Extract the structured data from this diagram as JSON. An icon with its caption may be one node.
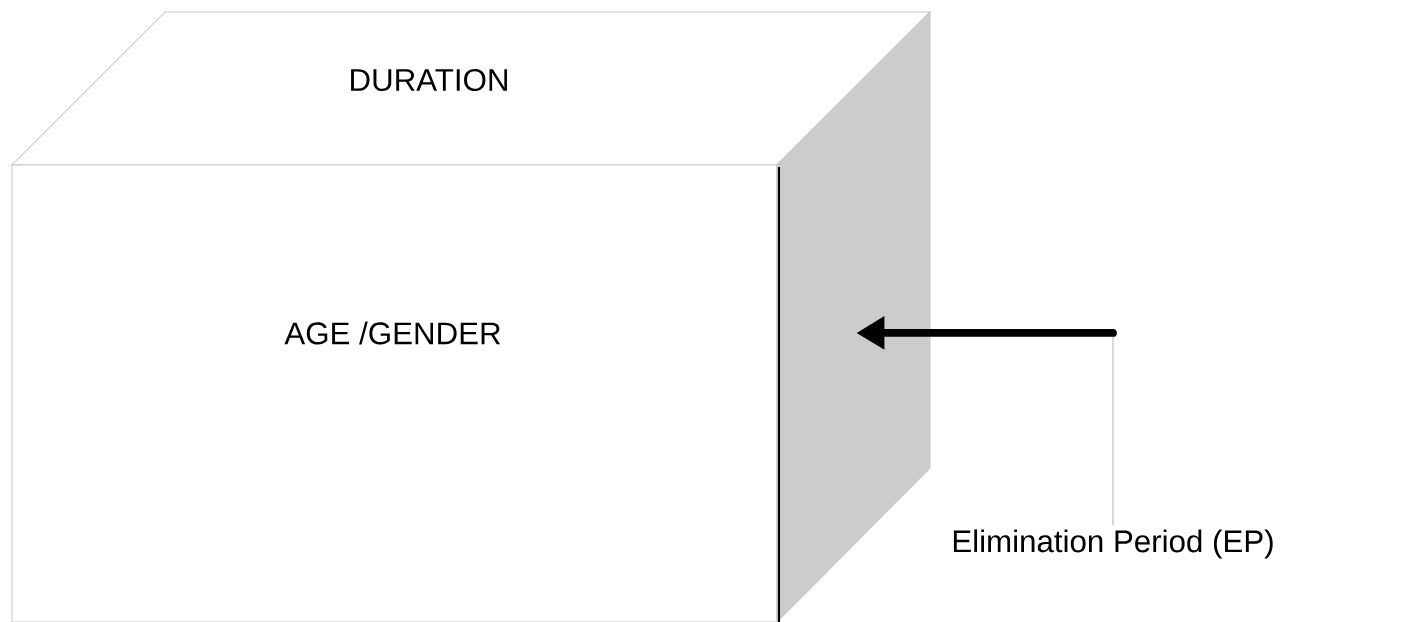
{
  "diagram": {
    "nodes": [
      {
        "text": [
          "DURATION"
        ]
      },
      {
        "text": [
          "AGE /GENDER"
        ]
      },
      {
        "text": [],
        "shape": "box"
      },
      {
        "text": [
          "Elimination Period (EP)"
        ]
      }
    ],
    "edges": [
      {
        "from": 3,
        "to": 2,
        "arrow": "to"
      }
    ]
  }
}
